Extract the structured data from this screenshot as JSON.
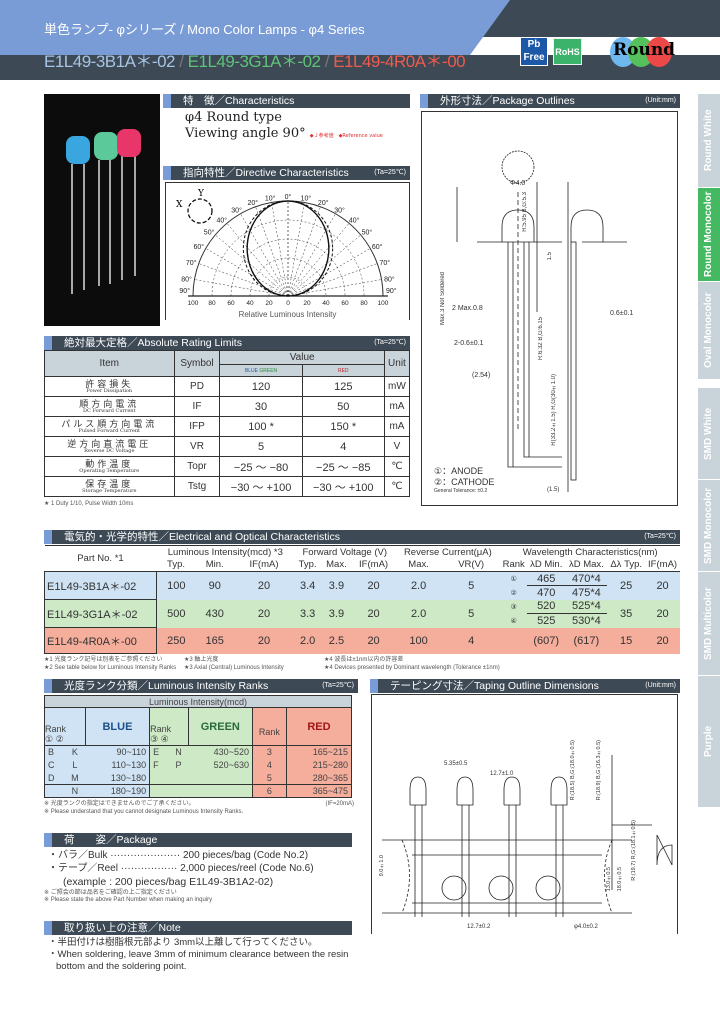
{
  "header": {
    "title": "単色ランプ- φシリーズ / Mono Color Lamps - φ4 Series",
    "parts": [
      {
        "name": "E1L49-3B1A＊-02",
        "color": "#a7c4e4"
      },
      {
        "sep": " / "
      },
      {
        "name": "E1L49-3G1A＊-02",
        "color": "#5ec27a"
      },
      {
        "sep": " / "
      },
      {
        "name": "E1L49-4R0A＊-00",
        "color": "#ef5a4e"
      }
    ],
    "separator": " / ",
    "badges": {
      "pb": "Pb",
      "free": "Free",
      "rohs": "RoHS",
      "round": "Round"
    }
  },
  "sidebar": [
    {
      "label": "Round White",
      "active": false
    },
    {
      "label": "Round Monocolor",
      "active": true
    },
    {
      "label": "Oval Monocolor",
      "active": false
    },
    {
      "label": "SMD White",
      "active": false
    },
    {
      "label": "SMD Monocolor",
      "active": false
    },
    {
      "label": "SMD Multicolor",
      "active": false
    },
    {
      "label": "Purple",
      "active": false
    }
  ],
  "characteristics": {
    "heading": "特　徴／Characteristics",
    "line1": "φ4 Round type",
    "line2": "Viewing angle 90°",
    "note": "◆Ｊ参考値　◆Reference value"
  },
  "directive": {
    "heading": "指向特性／Directive Characteristics",
    "cond": "(Ta=25℃)",
    "xlabel": "Relative Luminous Intensity",
    "angles": [
      "0°",
      "10°",
      "20°",
      "30°",
      "40°",
      "50°",
      "60°",
      "70°",
      "80°",
      "90°"
    ],
    "ticks": [
      "100",
      "80",
      "60",
      "40",
      "20",
      "0",
      "20",
      "40",
      "60",
      "80",
      "100"
    ],
    "x": "X",
    "y": "Y"
  },
  "outline": {
    "heading": "外形寸法／Package Outlines",
    "unit": "(Unit:mm)",
    "dims": [
      "Φ4.0",
      "Max.3  Not Soldered",
      "R:5.95  B,G:5.3",
      "2 Max.0.8",
      "2-0.6±0.1",
      "(2.54)",
      "0.6±0.1",
      "R:6.32  B,G:6.15",
      "R(33.2±1.5)  R,G(30±1.0)",
      "1.5",
      "(1.5)"
    ],
    "legend": [
      "①：ANODE",
      "②：CATHODE"
    ],
    "tolerance": "General Tolerance: ±0.2"
  },
  "absolute": {
    "heading": "絶対最大定格／Absolute Rating Limits",
    "cond": "(Ta=25℃)",
    "cols": [
      "Item",
      "Symbol",
      "Value",
      "Unit"
    ],
    "brands": [
      "BLUE",
      "GREEN",
      "RED"
    ],
    "rows": [
      [
        "許容損失",
        "Power Dissipation",
        "PD",
        "120",
        "125",
        "mW"
      ],
      [
        "順方向電流",
        "DC Forward Current",
        "IF",
        "30",
        "50",
        "mA"
      ],
      [
        "パルス順方向電流",
        "Pulsed Forward Current",
        "IFP",
        "100 *",
        "150 *",
        "mA"
      ],
      [
        "逆方向直流電圧",
        "Reverse DC Voltage",
        "VR",
        "5",
        "4",
        "V"
      ],
      [
        "動作温度",
        "Operating Temperature",
        "Topr",
        "−25 ～ −80",
        "−25 ～ −85",
        "℃"
      ],
      [
        "保存温度",
        "Storage Temperature",
        "Tstg",
        "−30 ～ +100",
        "−30 ～ +100",
        "℃"
      ]
    ],
    "footnote": "★ 1 Duty 1/10, Pulse Width 10ms"
  },
  "electrical": {
    "heading": "電気的・光学的特性／Electrical and Optical Characteristics",
    "cond": "(Ta=25℃)",
    "groups": [
      "Part No. *1",
      "Luminous Intensity(mcd) *3",
      "Forward Voltage (V)",
      "Reverse Current(μA)",
      "Wavelength Characteristics(nm)"
    ],
    "sub": [
      "Typ.",
      "Min.",
      "IF(mA)",
      "Typ.",
      "Max.",
      "IF(mA)",
      "Max.",
      "VR(V)",
      "Rank",
      "λD Min.",
      "λD Max.",
      "Δλ Typ.",
      "IF(mA)"
    ],
    "rows": [
      {
        "part": "E1L49-3B1A＊-02",
        "bg": "#cfe3f4",
        "v": [
          "100",
          "90",
          "20",
          "3.4",
          "3.9",
          "20",
          "2.0",
          "5"
        ],
        "ranks": [
          [
            "①",
            "465",
            "470*4"
          ],
          [
            "②",
            "470",
            "475*4"
          ]
        ],
        "dl": "25",
        "if": "20"
      },
      {
        "part": "E1L49-3G1A＊-02",
        "bg": "#cde9c6",
        "v": [
          "500",
          "430",
          "20",
          "3.3",
          "3.9",
          "20",
          "2.0",
          "5"
        ],
        "ranks": [
          [
            "③",
            "520",
            "525*4"
          ],
          [
            "④",
            "525",
            "530*4"
          ]
        ],
        "dl": "35",
        "if": "20"
      },
      {
        "part": "E1L49-4R0A＊-00",
        "bg": "#f5ad9c",
        "v": [
          "250",
          "165",
          "20",
          "2.0",
          "2.5",
          "20",
          "100",
          "4"
        ],
        "ranks": [
          [
            "",
            "(607)",
            "(617)"
          ]
        ],
        "dl": "15",
        "if": "20"
      }
    ],
    "notes": [
      "★1 光度ランク記号は別表をご参照ください",
      "★3 軸上光度",
      "★4 波長は±1nm以内の許容差",
      "★2 See table below for Luminous Intensity Ranks",
      "★3 Axial (Central) Luminous Intensity",
      "★4 Devices presented by Dominant wavelength (Tolerance ±1nm)"
    ]
  },
  "ranks": {
    "heading": "光度ランク分類／Luminous Intensity Ranks",
    "cond": "(Ta=25℃)",
    "title": "Luminous Intensity(mcd)",
    "rank": "Rank",
    "blue_codes": [
      "①",
      "②"
    ],
    "green_codes": [
      "③",
      "④"
    ],
    "blue": [
      [
        "B",
        "K",
        "90~110"
      ],
      [
        "C",
        "L",
        "110~130"
      ],
      [
        "D",
        "M",
        "130~180"
      ],
      [
        "",
        "N",
        "180~190"
      ]
    ],
    "green": [
      [
        "E",
        "N",
        "430~520"
      ],
      [
        "F",
        "P",
        "520~630"
      ],
      [
        "",
        "",
        " "
      ],
      [
        "",
        "",
        " "
      ]
    ],
    "red": [
      [
        "3",
        "165~215"
      ],
      [
        "4",
        "215~280"
      ],
      [
        "5",
        "280~365"
      ],
      [
        "6",
        "365~475"
      ]
    ],
    "notes": [
      "※ 光度ランクの指定はできませんのでご了承ください。",
      "※ Please understand that you cannot designate Luminous Intensity Ranks."
    ],
    "ifnote": "(IF=20mA)"
  },
  "taping": {
    "heading": "テーピング寸法／Taping Outline Dimensions",
    "unit": "(Unit:mm)",
    "dims": [
      "5.35±0.5",
      "12.7±1.0",
      "R:(18.5)  B,G:(18.0±0.5)",
      "R:(18.9)  B,G:(16.3±0.5)",
      "R:(19.7)  R,G:(18.1±0.5)",
      "9.0±1.0",
      "13.0±0.5",
      "18.0±0.5",
      "12.7±0.2",
      "φ4.0±0.2"
    ]
  },
  "package": {
    "heading": "荷　　姿／Package",
    "lines": [
      "・バラ／Bulk  ·····················  200 pieces/bag (Code No.2)",
      "・テープ／Reel  ················· 2,000 pieces/reel (Code No.6)",
      "(example : 200 pieces/bag      E1L49-3B1A2-02)"
    ],
    "notes": [
      "※ ご照会の節は品名をご確認の上ご指定ください",
      "※ Please state the above Part Number when making an inquiry"
    ]
  },
  "note": {
    "heading": "取り扱い上の注意／Note",
    "lines": [
      "・半田付けは樹脂根元部より 3mm以上離して行ってください。",
      "・When soldering, leave 3mm of minimum clearance between the resin bottom and the soldering point."
    ]
  }
}
